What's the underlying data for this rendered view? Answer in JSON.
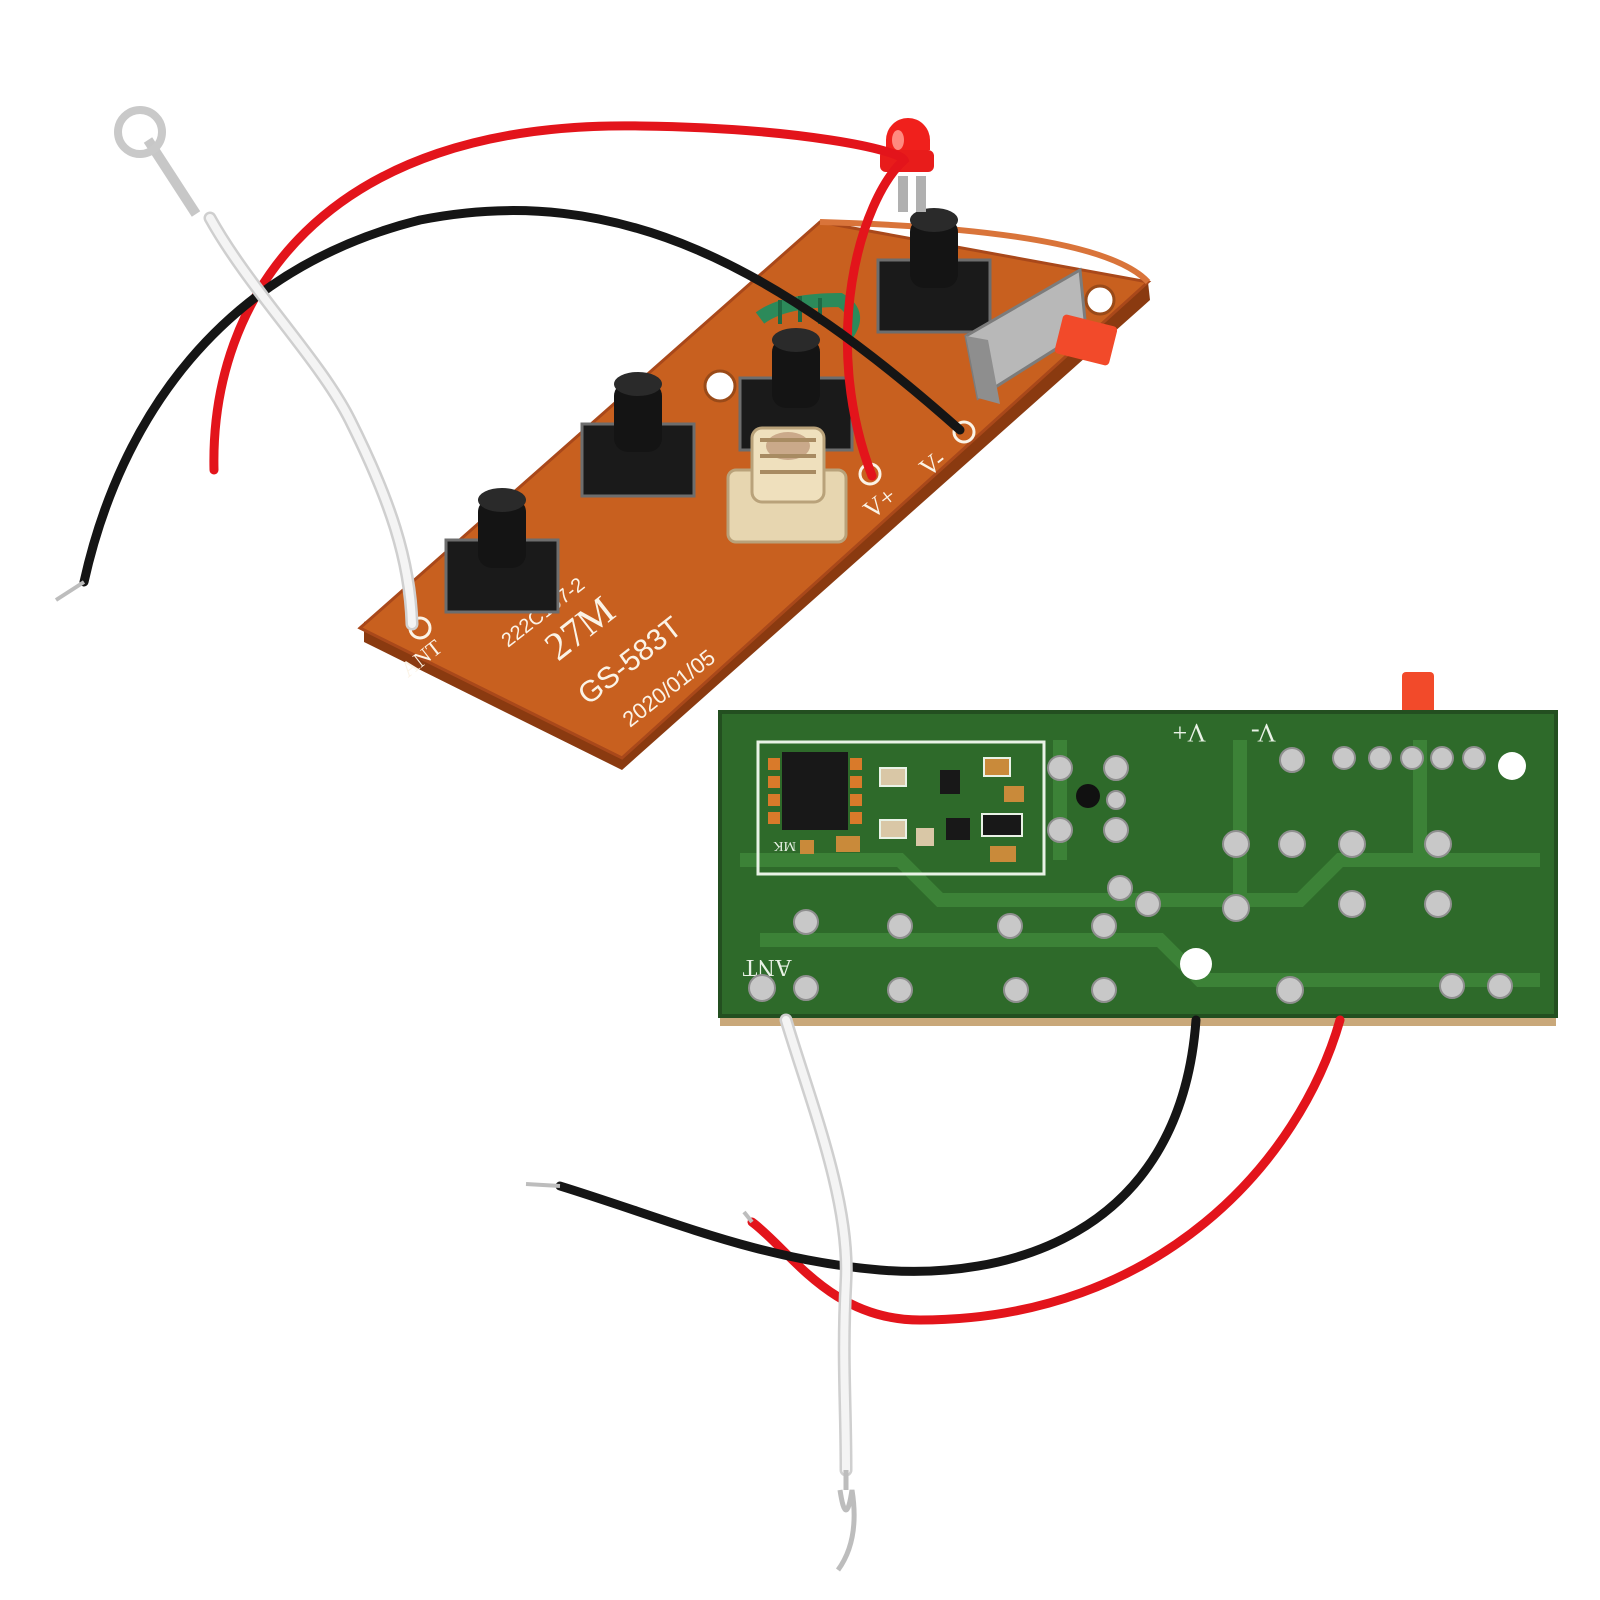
{
  "image": {
    "background": "#ffffff",
    "colors": {
      "pcb_brown": "#c8601f",
      "pcb_brown_dark": "#8a3a10",
      "pcb_green": "#2e6a2a",
      "pcb_green_dark": "#1f4d1c",
      "wire_red": "#e3141b",
      "wire_black": "#151515",
      "wire_white": "#f4f4f4",
      "led_red": "#f0201c",
      "button_black": "#141414",
      "switch_metal": "#bdbdbd",
      "switch_lever": "#f24a2a",
      "solder": "#cfcfcf"
    }
  },
  "transmitter_board": {
    "label_ant": "ANT",
    "label_part": "222C197-2",
    "label_freq": "27M",
    "label_model": "GS-583T",
    "label_date": "2020/01/05",
    "label_vplus": "V+",
    "label_vminus": "V-"
  },
  "receiver_board": {
    "label_ant": "ANT",
    "label_vplus": "V+",
    "label_vminus": "V-",
    "label_mk": "MK"
  }
}
